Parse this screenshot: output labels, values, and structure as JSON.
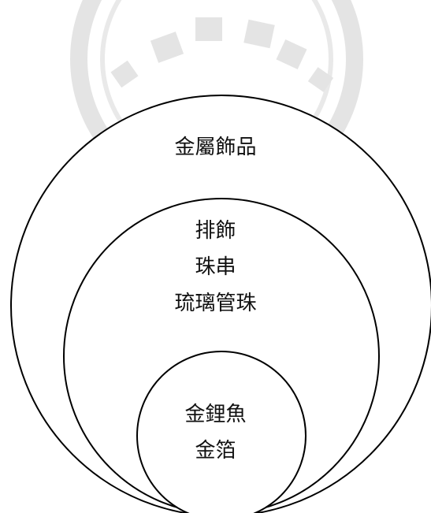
{
  "diagram": {
    "type": "nested-circles",
    "outer_circle": {
      "label": "金屬飾品"
    },
    "middle_circle": {
      "lines": [
        "排飾",
        "珠串",
        "琉璃管珠"
      ]
    },
    "inner_circle": {
      "lines": [
        "金鋰魚",
        "金箔"
      ]
    }
  },
  "watermark": {
    "kind": "university-seal",
    "color": "#cfcfcf"
  },
  "colors": {
    "stroke": "#000000",
    "fill": "#ffffff",
    "text": "#111111"
  }
}
